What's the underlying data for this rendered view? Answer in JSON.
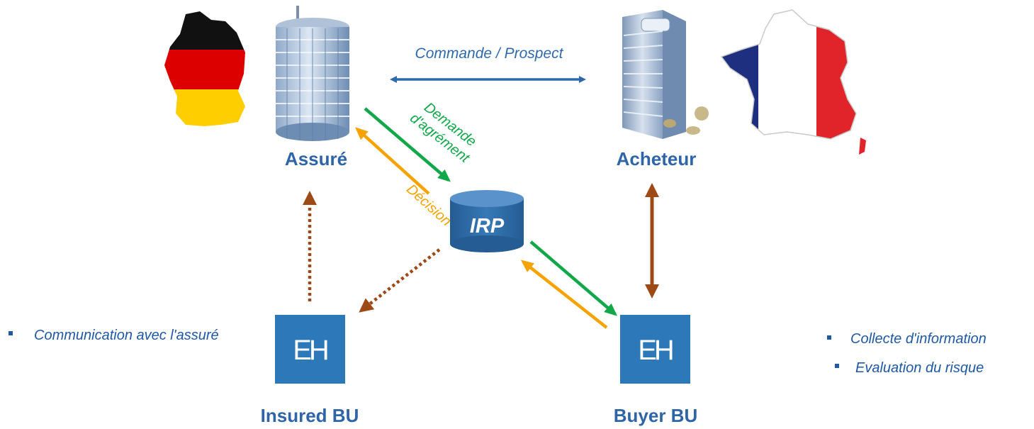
{
  "nodes": {
    "insured": "Assuré",
    "buyer": "Acheteur",
    "irp": "IRP",
    "insured_bu": "Insured BU",
    "buyer_bu": "Buyer BU"
  },
  "arrow_labels": {
    "commande": "Commande / Prospect",
    "demande_line1": "Demande",
    "demande_line2": "d'agrément",
    "decision": "Décision"
  },
  "bu_logo_text": "EH",
  "left_bullets": [
    "Communication avec l'assuré"
  ],
  "right_bullets": [
    "Collecte d'information",
    "Evaluation du risque"
  ],
  "colors": {
    "blue_label": "#2E64A8",
    "commande_arrow": "#2E6AAB",
    "demande_arrow": "#12A84A",
    "decision_arrow": "#F5A300",
    "bu_arrow": "#9E4A16",
    "bullet_text": "#1F58A4",
    "logo_bg": "#2D78B8",
    "irp_cylinder": "#2C6CA8"
  },
  "icons": [
    "germany-flag-map",
    "france-flag-map",
    "office-tower-insured",
    "office-tower-buyer",
    "database-cylinder",
    "eh-logo"
  ]
}
